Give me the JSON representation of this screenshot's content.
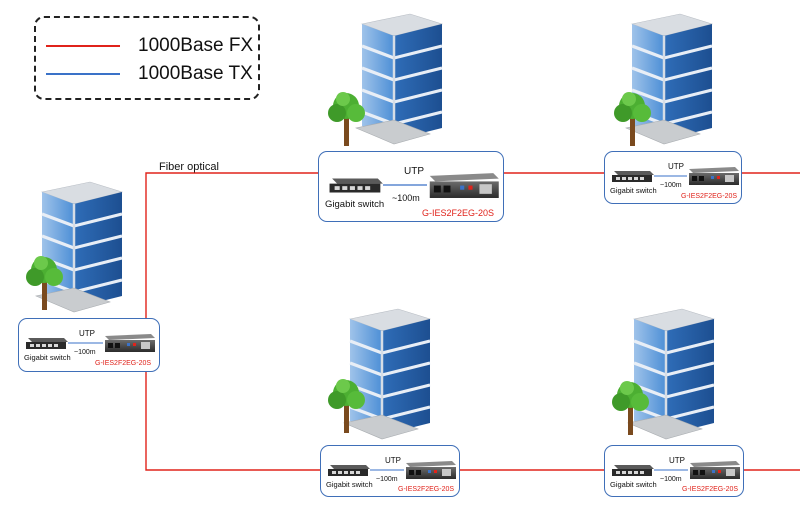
{
  "legend": {
    "items": [
      {
        "label": "1000Base FX",
        "color": "#e0231b"
      },
      {
        "label": "1000Base TX",
        "color": "#3a72c8"
      }
    ]
  },
  "link_label": "Fiber optical",
  "callout": {
    "utp_label": "UTP",
    "switch_label": "Gigabit switch",
    "distance_label": "~100m",
    "model_label": "G-IES2F2EG-20S"
  },
  "colors": {
    "fiber": "#e0231b",
    "utp": "#3a72c8",
    "callout_border": "#3f6fb8",
    "model_text": "#e0231b"
  },
  "sites": [
    {
      "name": "central-left",
      "icons": [
        "building-icon",
        "tree-icon",
        "gigabit-switch-icon",
        "media-converter-icon"
      ]
    },
    {
      "name": "top-middle",
      "icons": [
        "building-icon",
        "tree-icon",
        "gigabit-switch-icon",
        "media-converter-icon"
      ]
    },
    {
      "name": "top-right",
      "icons": [
        "building-icon",
        "tree-icon",
        "gigabit-switch-icon",
        "media-converter-icon"
      ]
    },
    {
      "name": "bottom-middle",
      "icons": [
        "building-icon",
        "tree-icon",
        "gigabit-switch-icon",
        "media-converter-icon"
      ]
    },
    {
      "name": "bottom-right",
      "icons": [
        "building-icon",
        "tree-icon",
        "gigabit-switch-icon",
        "media-converter-icon"
      ]
    }
  ]
}
